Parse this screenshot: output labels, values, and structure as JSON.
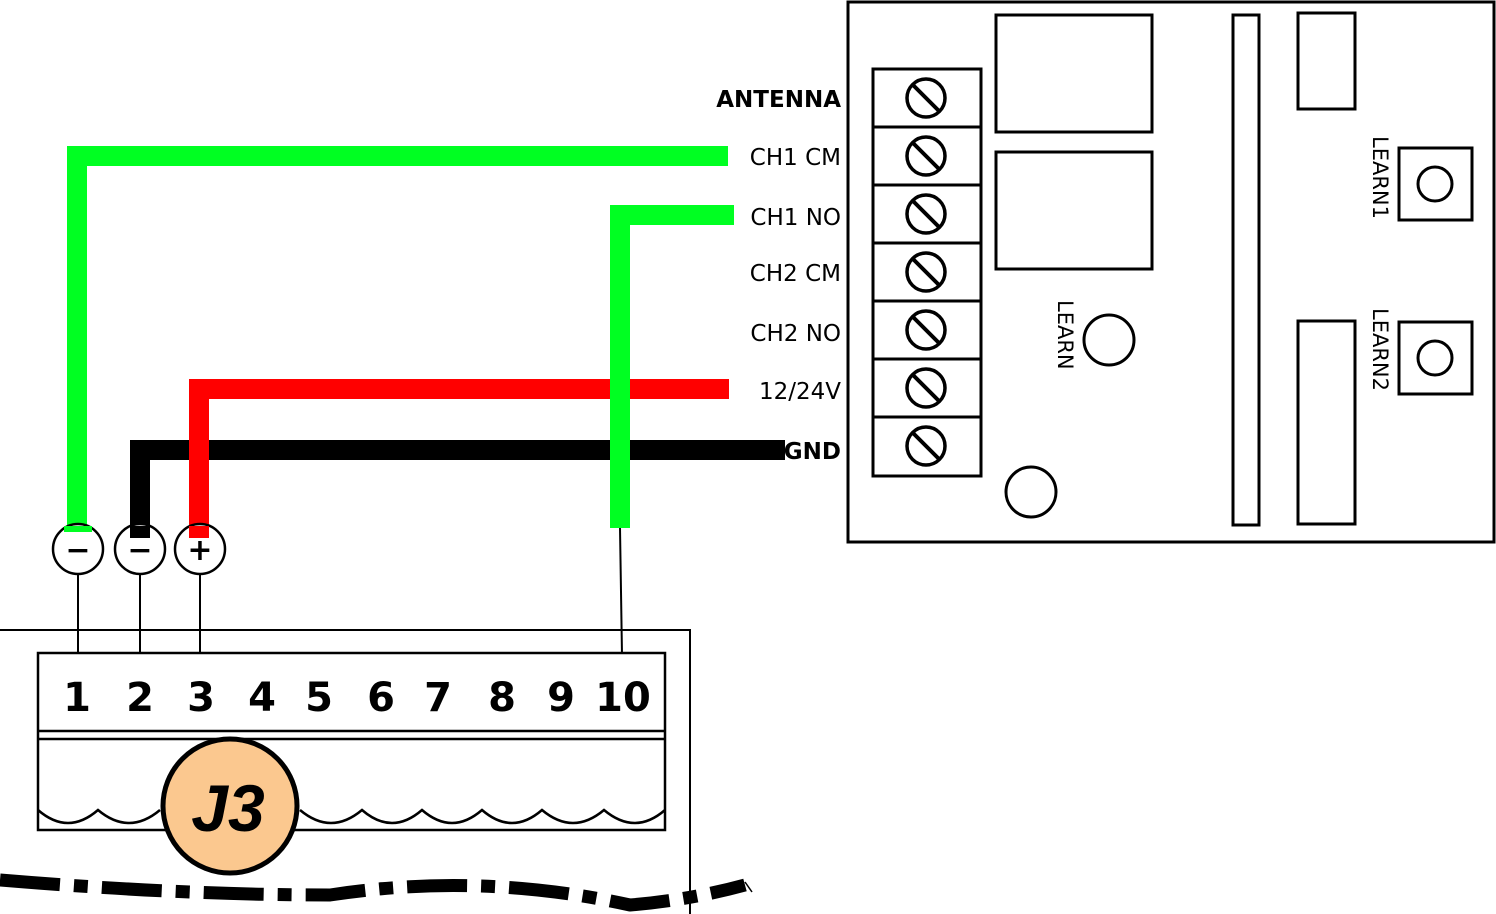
{
  "receiver": {
    "terminal_labels": [
      "ANTENNA",
      "CH1 CM",
      "CH1 NO",
      "CH2 CM",
      "CH2 NO",
      "12/24V",
      "GND"
    ],
    "learn_label": "LEARN",
    "learn1_label": "LEARN1",
    "learn2_label": "LEARN2"
  },
  "connector": {
    "name": "J3",
    "terminal_numbers": [
      "1",
      "2",
      "3",
      "4",
      "5",
      "6",
      "7",
      "8",
      "9",
      "10"
    ],
    "polarity": [
      "−",
      "−",
      "+"
    ]
  },
  "colors": {
    "ch1_wire": "#00ff22",
    "power_wire": "#ff0000",
    "ground_wire": "#000000",
    "badge_fill": "#fbc88f"
  }
}
